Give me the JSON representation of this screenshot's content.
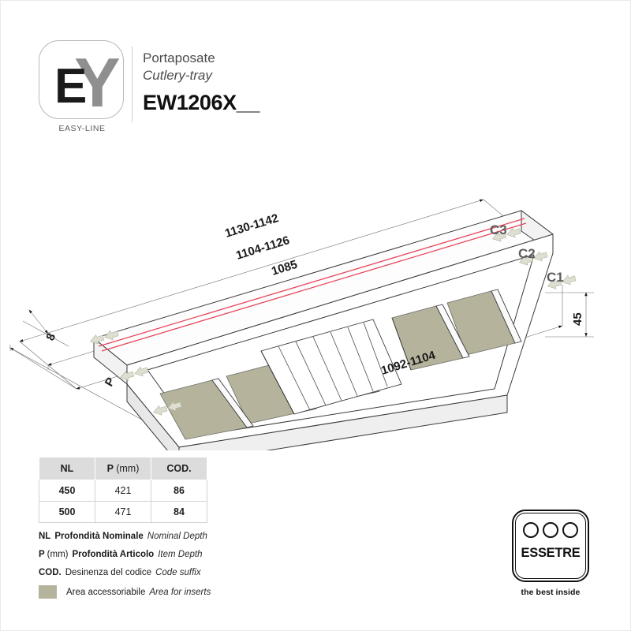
{
  "brand": {
    "logo_letters": "EY",
    "logo_letter_e": "E",
    "logo_letter_y": "Y",
    "caption": "EASY-LINE"
  },
  "header": {
    "title_it": "Portaposate",
    "title_en": "Cutlery-tray",
    "product_code": "EW1206X__"
  },
  "drawing": {
    "dimensions": {
      "top_outer": "1130-1142",
      "top_middle": "1104-1126",
      "top_inner": "1085",
      "bottom_right": "1092-1104",
      "height_right": "45",
      "left_thickness": "8",
      "depth_label": "P"
    },
    "clearance_labels": {
      "c1": "C1",
      "c2": "C2",
      "c3": "C3"
    },
    "colors": {
      "insert_area": "#b5b39c",
      "accent_line": "#e8455a",
      "outline": "#3a3a3a",
      "arrow_fill": "#dedfd2"
    }
  },
  "table": {
    "headers": [
      "NL",
      "P",
      "COD."
    ],
    "header_unit": "(mm)",
    "rows": [
      {
        "nl": "450",
        "p": "421",
        "cod": "86"
      },
      {
        "nl": "500",
        "p": "471",
        "cod": "84"
      }
    ]
  },
  "legend": [
    {
      "key": "NL",
      "key_unit": "",
      "it": "Profondità Nominale",
      "en": "Nominal Depth"
    },
    {
      "key": "P",
      "key_unit": "(mm)",
      "it": "Profondità Articolo",
      "en": "Item Depth"
    },
    {
      "key": "COD.",
      "key_unit": "",
      "it": "Desinenza del codice",
      "en": "Code suffix"
    }
  ],
  "legend_swatch": {
    "it": "Area accessoriabile",
    "en": "Area for inserts",
    "color": "#b5b39c"
  },
  "essetre": {
    "name": "ESSETRE",
    "tagline": "the best inside",
    "dot_count": 3
  }
}
